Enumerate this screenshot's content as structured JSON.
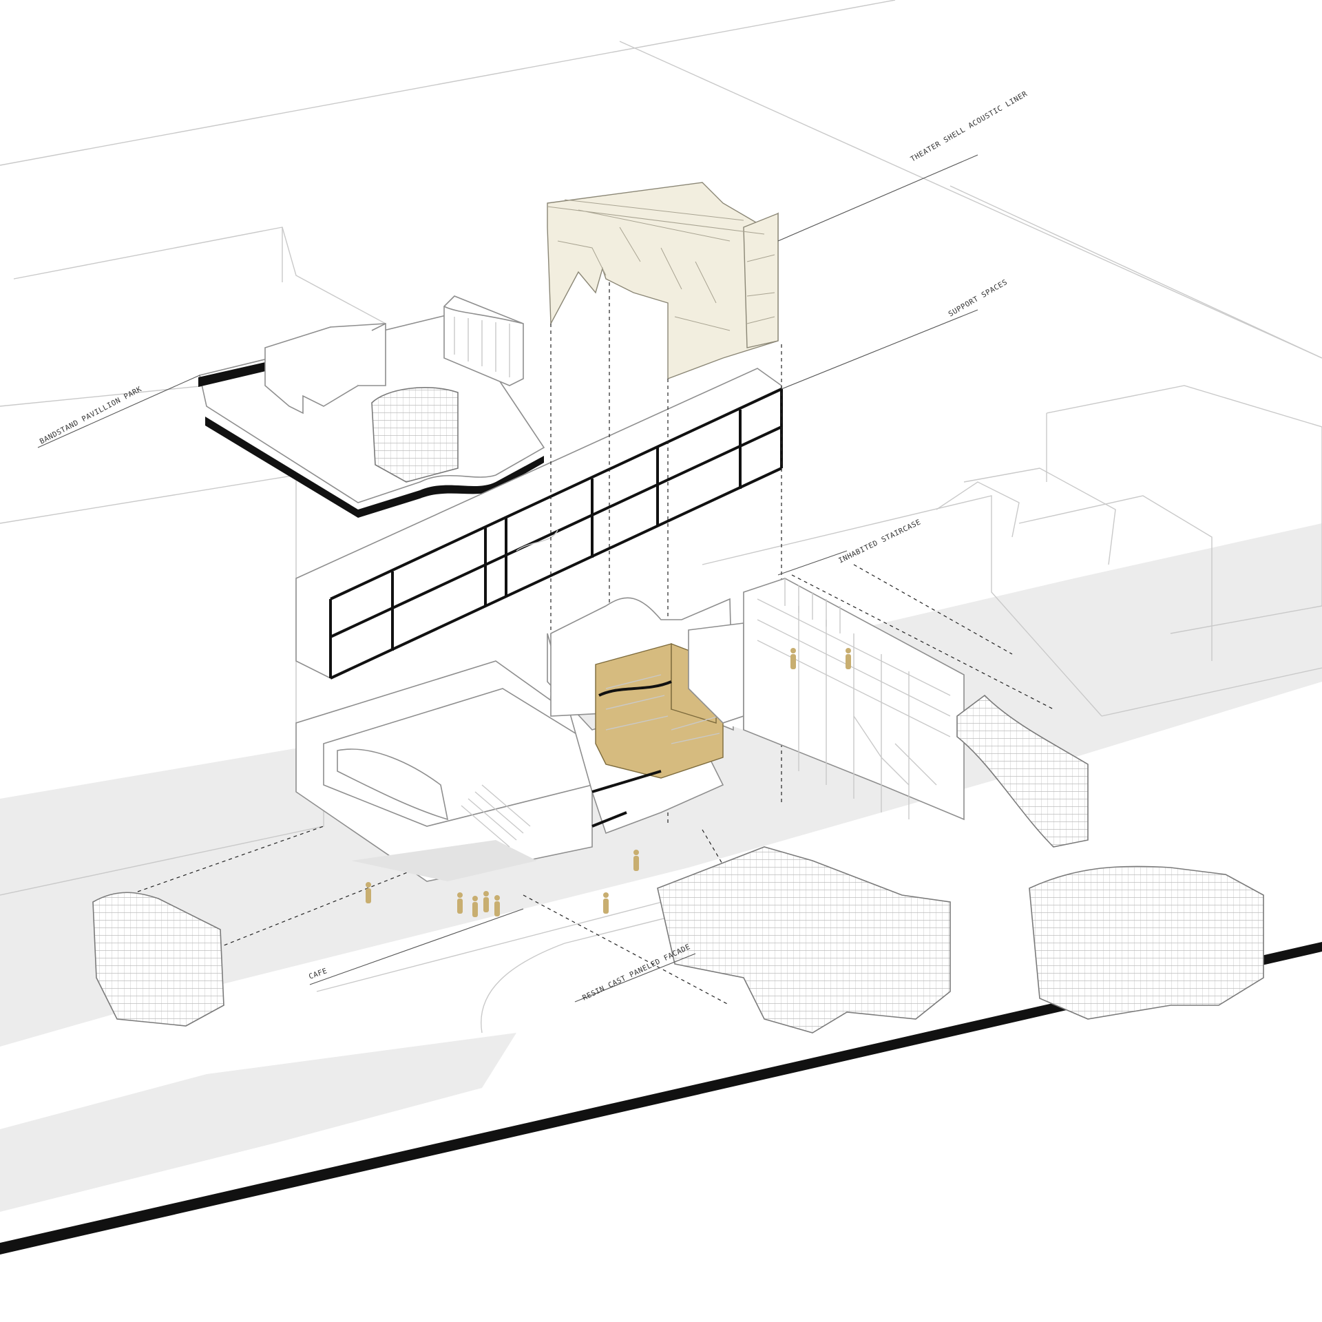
{
  "labels": {
    "theater_liner": "THEATER SHELL ACOUSTIC LINER",
    "support_spaces": "SUPPORT SPACES",
    "bandstand": "BANDSTAND PAVILLION PARK",
    "inhabited_staircase": "INHABITED STAIRCASE",
    "cafe": "CAFE",
    "resin_facade": "RESIN CAST PANELED FACADE"
  },
  "colors": {
    "accent_gold": "#d6bb7f",
    "liner_cream": "#f2eedf",
    "line_dark": "#111111"
  }
}
